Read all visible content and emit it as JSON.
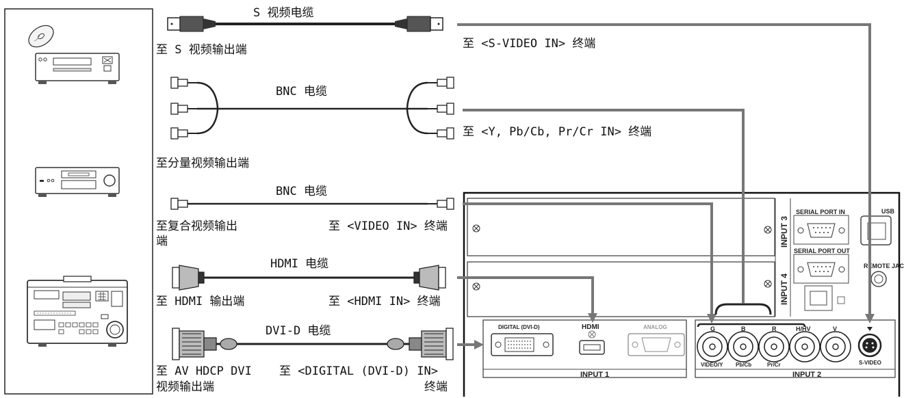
{
  "cables": {
    "svideo": {
      "title": "S 视频电缆",
      "source": "至 S 视频输出端",
      "dest": "至 <S-VIDEO IN> 终端"
    },
    "bnc_component": {
      "title": "BNC 电缆",
      "source": "至分量视频输出端",
      "dest": "至 <Y, Pb/Cb, Pr/Cr IN> 终端"
    },
    "bnc_composite": {
      "title": "BNC 电缆",
      "source_line1": "至复合视频输出",
      "source_line2": "端",
      "dest": "至 <VIDEO IN> 终端"
    },
    "hdmi": {
      "title": "HDMI 电缆",
      "source": "至 HDMI 输出端",
      "dest": "至 <HDMI IN> 终端"
    },
    "dvi": {
      "title": "DVI-D 电缆",
      "source_line1": "至 AV HDCP DVI",
      "source_line2": "视频输出端",
      "dest_line1": "至 <DIGITAL (DVI-D) IN>",
      "dest_line2": "终端"
    }
  },
  "panel": {
    "serial_in": "SERIAL PORT IN",
    "serial_out": "SERIAL PORT OUT",
    "usb": "USB",
    "remote_jack": "REMOTE JACK",
    "input3": "INPUT 3",
    "input4": "INPUT 4",
    "input1": "INPUT 1",
    "input2": "INPUT 2",
    "digital_dvi": "DIGITAL (DVI-D)",
    "hdmi_logo": "HDMI",
    "analog": "ANALOG",
    "g": "G",
    "b": "B",
    "r": "R",
    "hhv": "H/HV",
    "v": "V",
    "video_y": "VIDEO/Y",
    "pb_cb": "Pb/Cb",
    "pr_cr": "Pr/Cr",
    "s_video": "S-VIDEO"
  }
}
